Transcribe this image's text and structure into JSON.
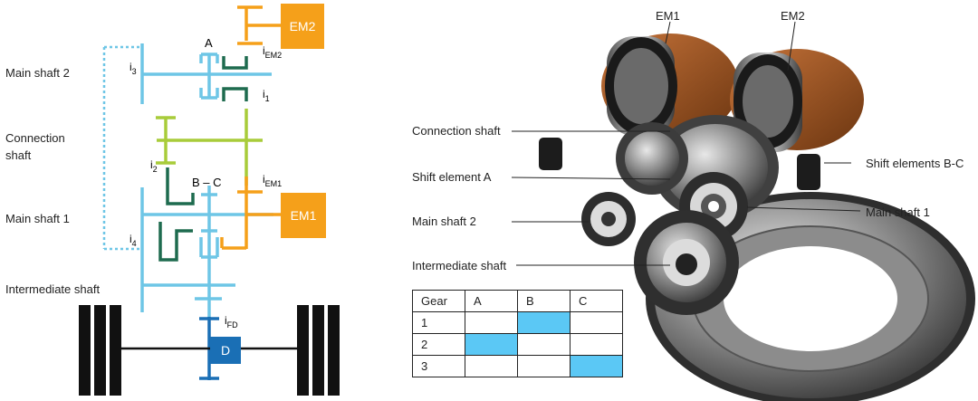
{
  "schematic": {
    "shaft_labels": [
      "Main shaft 2",
      "Connection",
      "shaft",
      "Main shaft 1",
      "Intermediate shaft"
    ],
    "motors": [
      "EM2",
      "EM1"
    ],
    "differential": "D",
    "shift_labels": {
      "a": "A",
      "bc": "B – C"
    },
    "ratios": {
      "i1": {
        "base": "i",
        "sub": "1"
      },
      "i2": {
        "base": "i",
        "sub": "2"
      },
      "i3": {
        "base": "i",
        "sub": "3"
      },
      "i4": {
        "base": "i",
        "sub": "4"
      },
      "iem1": {
        "base": "i",
        "sub": "EM1"
      },
      "iem2": {
        "base": "i",
        "sub": "EM2"
      },
      "ifd": {
        "base": "i",
        "sub": "FD"
      }
    },
    "colors": {
      "main_shaft": "#6ec6e6",
      "connection": "#a8cc3a",
      "shift": "#1e6b4f",
      "motor": "#f5a01a",
      "diff": "#1a6fb5",
      "axle": "#111111"
    }
  },
  "render": {
    "callouts": {
      "em1": "EM1",
      "em2": "EM2",
      "connection_shaft": "Connection shaft",
      "shift_a": "Shift element A",
      "main2": "Main shaft 2",
      "intermediate": "Intermediate shaft",
      "shift_bc": "Shift elements B-C",
      "main1": "Main shaft 1"
    }
  },
  "gear_table": {
    "headers": [
      "Gear",
      "A",
      "B",
      "C"
    ],
    "rows": [
      {
        "gear": "1",
        "engaged": [
          false,
          true,
          false
        ]
      },
      {
        "gear": "2",
        "engaged": [
          true,
          false,
          false
        ]
      },
      {
        "gear": "3",
        "engaged": [
          false,
          false,
          true
        ]
      }
    ],
    "highlight_color": "#5bc8f5"
  }
}
